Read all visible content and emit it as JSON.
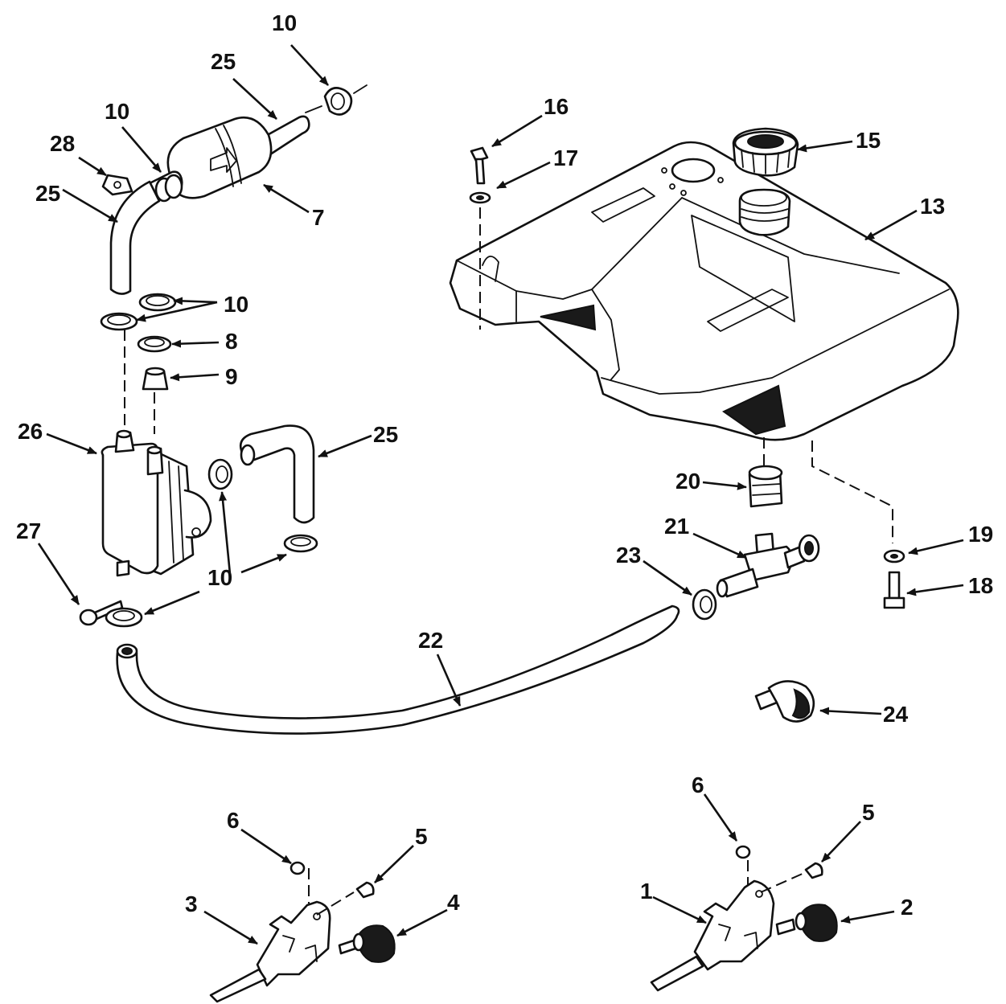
{
  "diagram": {
    "callouts": [
      {
        "id": "c10a",
        "label": "10"
      },
      {
        "id": "c25a",
        "label": "25"
      },
      {
        "id": "c10b",
        "label": "10"
      },
      {
        "id": "c28",
        "label": "28"
      },
      {
        "id": "c25b",
        "label": "25"
      },
      {
        "id": "c7",
        "label": "7"
      },
      {
        "id": "c10c",
        "label": "10"
      },
      {
        "id": "c8",
        "label": "8"
      },
      {
        "id": "c9",
        "label": "9"
      },
      {
        "id": "c26",
        "label": "26"
      },
      {
        "id": "c25c",
        "label": "25"
      },
      {
        "id": "c27",
        "label": "27"
      },
      {
        "id": "c10d",
        "label": "10"
      },
      {
        "id": "c16",
        "label": "16"
      },
      {
        "id": "c17",
        "label": "17"
      },
      {
        "id": "c15",
        "label": "15"
      },
      {
        "id": "c13",
        "label": "13"
      },
      {
        "id": "c20",
        "label": "20"
      },
      {
        "id": "c21",
        "label": "21"
      },
      {
        "id": "c23",
        "label": "23"
      },
      {
        "id": "c19",
        "label": "19"
      },
      {
        "id": "c18",
        "label": "18"
      },
      {
        "id": "c22",
        "label": "22"
      },
      {
        "id": "c24",
        "label": "24"
      },
      {
        "id": "c6a",
        "label": "6"
      },
      {
        "id": "c5a",
        "label": "5"
      },
      {
        "id": "c3",
        "label": "3"
      },
      {
        "id": "c4",
        "label": "4"
      },
      {
        "id": "c6b",
        "label": "6"
      },
      {
        "id": "c5b",
        "label": "5"
      },
      {
        "id": "c1",
        "label": "1"
      },
      {
        "id": "c2",
        "label": "2"
      }
    ]
  }
}
